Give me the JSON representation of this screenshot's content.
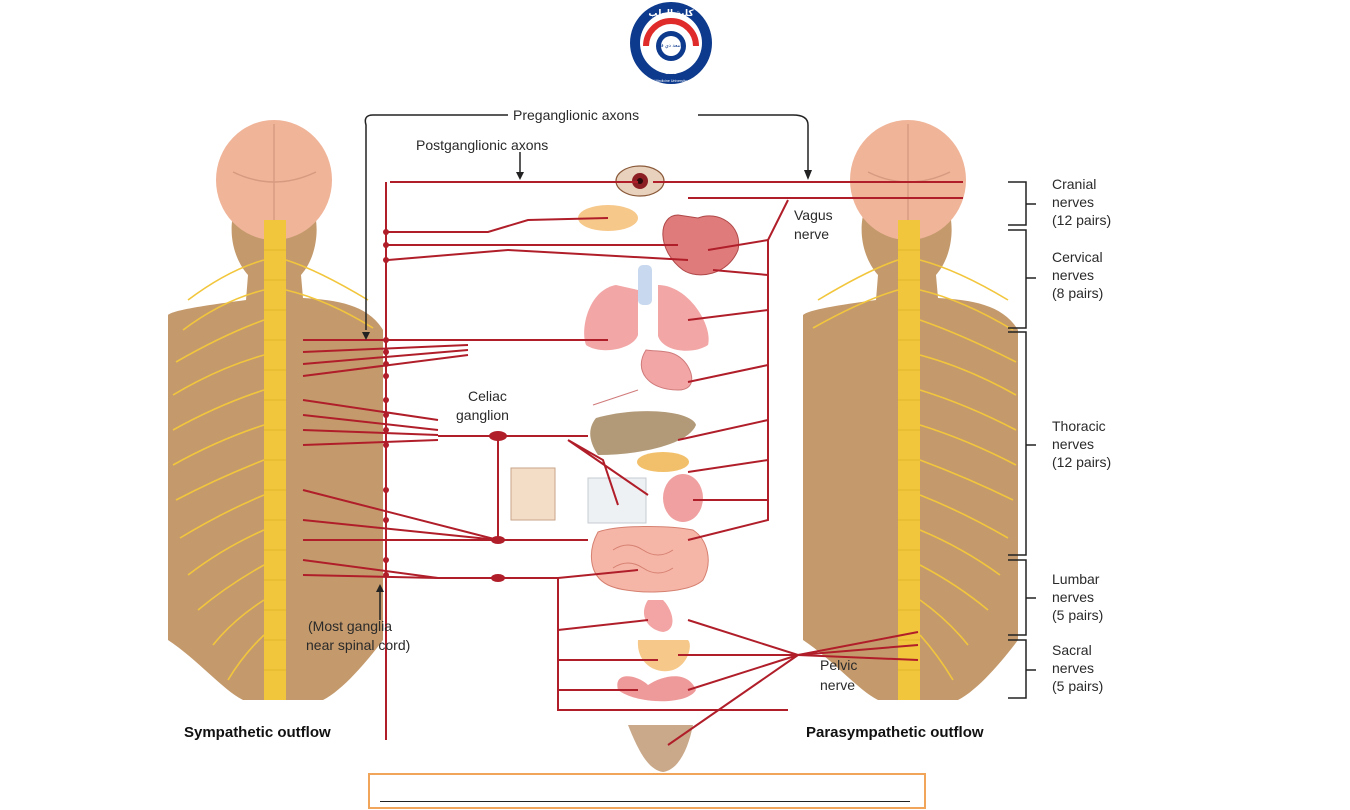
{
  "logo": {
    "arabic_text": "كلية الطب",
    "ring_text": "College of Medicine University of Thi-Qar",
    "inner_text": "جامعة ذي قار",
    "year": "2002",
    "colors": {
      "ring": "#0d3a8c",
      "accent": "#e02b2b"
    }
  },
  "diagram": {
    "labels": {
      "preganglionic": "Preganglionic axons",
      "postganglionic": "Postganglionic axons",
      "vagus_line1": "Vagus",
      "vagus_line2": "nerve",
      "celiac_line1": "Celiac",
      "celiac_line2": "ganglion",
      "most_line1": "(Most ganglia",
      "most_line2": "near spinal cord)",
      "pelvic_line1": "Pelvic",
      "pelvic_line2": "nerve",
      "sympathetic": "Sympathetic outflow",
      "parasympathetic": "Parasympathetic outflow"
    },
    "nerve_groups": [
      {
        "line1": "Cranial",
        "line2": "nerves",
        "line3": "(12 pairs)"
      },
      {
        "line1": "Cervical",
        "line2": "nerves",
        "line3": "(8 pairs)"
      },
      {
        "line1": "Thoracic",
        "line2": "nerves",
        "line3": "(12 pairs)"
      },
      {
        "line1": "Lumbar",
        "line2": "nerves",
        "line3": "(5 pairs)"
      },
      {
        "line1": "Sacral",
        "line2": "nerves",
        "line3": "(5 pairs)"
      }
    ],
    "colors": {
      "nerve": "#b01e2a",
      "spine": "#f2c63c",
      "body": "#c49a6c",
      "brain": "#f0b499",
      "organ": "#f0a0a0"
    }
  },
  "answer_box": {
    "value": ""
  }
}
